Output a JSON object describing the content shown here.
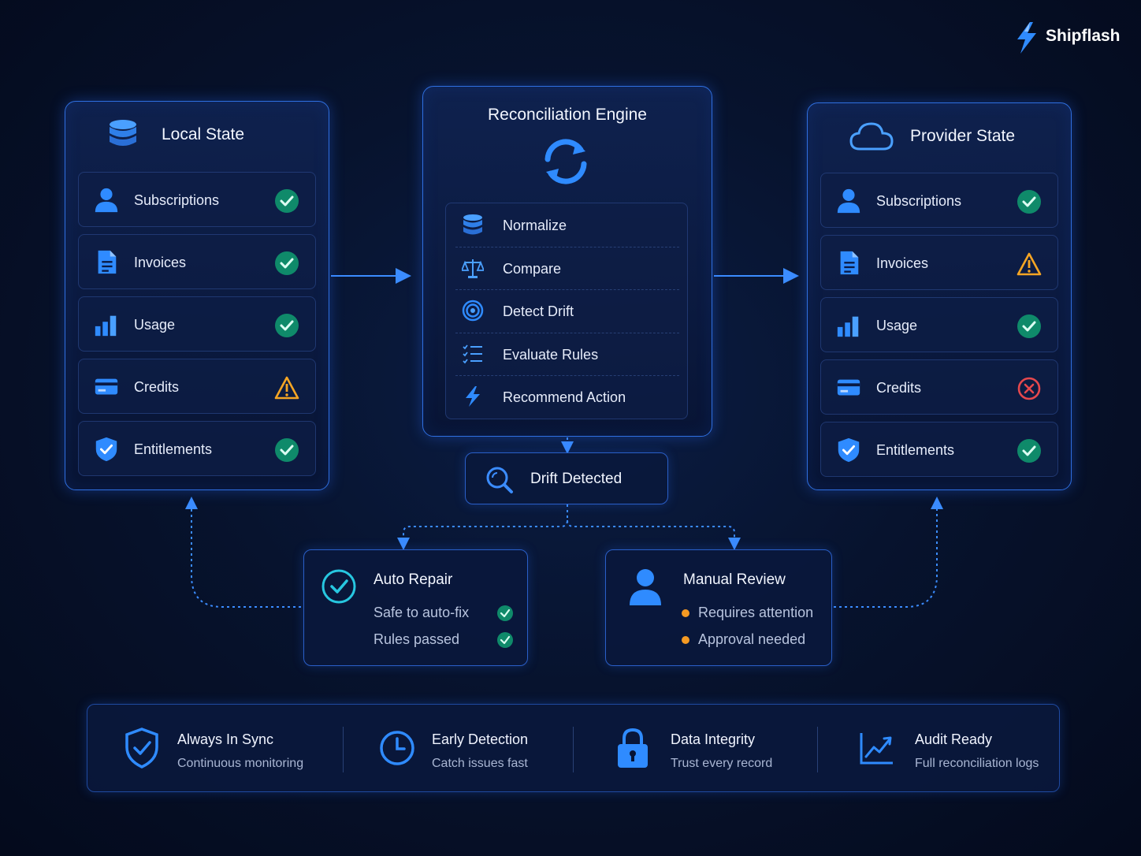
{
  "brand": {
    "name": "Shipflash"
  },
  "local": {
    "title": "Local State",
    "items": [
      {
        "label": "Subscriptions",
        "status": "ok"
      },
      {
        "label": "Invoices",
        "status": "ok"
      },
      {
        "label": "Usage",
        "status": "ok"
      },
      {
        "label": "Credits",
        "status": "warning"
      },
      {
        "label": "Entitlements",
        "status": "ok"
      }
    ]
  },
  "engine": {
    "title": "Reconciliation Engine",
    "steps": [
      {
        "label": "Normalize",
        "icon": "database-icon"
      },
      {
        "label": "Compare",
        "icon": "scale-icon"
      },
      {
        "label": "Detect Drift",
        "icon": "target-icon"
      },
      {
        "label": "Evaluate Rules",
        "icon": "checklist-icon"
      },
      {
        "label": "Recommend Action",
        "icon": "lightning-icon"
      }
    ]
  },
  "provider": {
    "title": "Provider State",
    "items": [
      {
        "label": "Subscriptions",
        "status": "ok"
      },
      {
        "label": "Invoices",
        "status": "warning"
      },
      {
        "label": "Usage",
        "status": "ok"
      },
      {
        "label": "Credits",
        "status": "error"
      },
      {
        "label": "Entitlements",
        "status": "ok"
      }
    ]
  },
  "drift": {
    "label": "Drift Detected"
  },
  "auto_repair": {
    "title": "Auto Repair",
    "items": [
      "Safe to auto-fix",
      "Rules passed"
    ]
  },
  "manual_review": {
    "title": "Manual Review",
    "items": [
      "Requires attention",
      "Approval needed"
    ]
  },
  "footer": [
    {
      "title": "Always In Sync",
      "subtitle": "Continuous monitoring",
      "icon": "shield-check-icon"
    },
    {
      "title": "Early Detection",
      "subtitle": "Catch issues fast",
      "icon": "clock-icon"
    },
    {
      "title": "Data Integrity",
      "subtitle": "Trust every record",
      "icon": "lock-icon"
    },
    {
      "title": "Audit Ready",
      "subtitle": "Full reconciliation logs",
      "icon": "trend-chart-icon"
    }
  ],
  "colors": {
    "accent": "#2f8bff",
    "ok": "#16b08a",
    "warning": "#f5a524",
    "error": "#e5484d",
    "bullet": "#f59a23"
  }
}
